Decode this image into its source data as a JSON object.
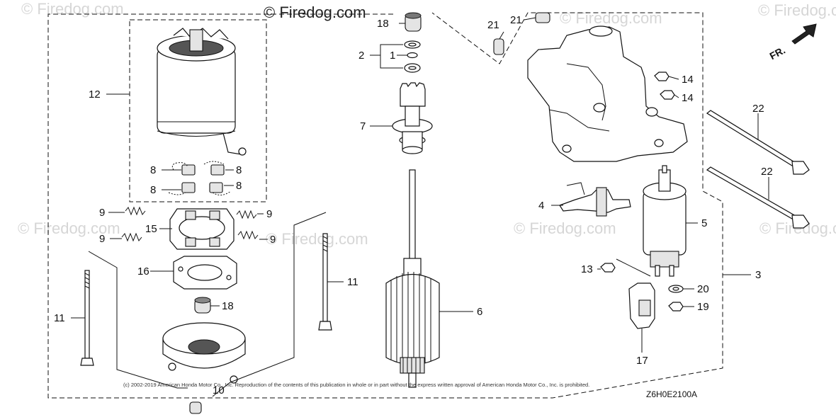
{
  "watermark_main": "© Firedog.com",
  "watermark_faint": "© Firedog.com",
  "fr_label": "FR.",
  "copyright": "(c) 2002-2019 American Honda Motor Co., Inc. Reproduction of the contents of this publication in whole or in part without the express written approval of American Honda Motor Co., Inc. is prohibited.",
  "diagram_code": "Z6H0E2100A",
  "callouts": {
    "c1": "1",
    "c2": "2",
    "c3": "3",
    "c4": "4",
    "c5": "5",
    "c6": "6",
    "c7": "7",
    "c8a": "8",
    "c8b": "8",
    "c8c": "8",
    "c8d": "8",
    "c9a": "9",
    "c9b": "9",
    "c9c": "9",
    "c9d": "9",
    "c10": "10",
    "c11a": "11",
    "c11b": "11",
    "c12": "12",
    "c13": "13",
    "c14a": "14",
    "c14b": "14",
    "c15": "15",
    "c16": "16",
    "c17": "17",
    "c18a": "18",
    "c18b": "18",
    "c19": "19",
    "c20": "20",
    "c21a": "21",
    "c21b": "21",
    "c22a": "22",
    "c22b": "22"
  }
}
